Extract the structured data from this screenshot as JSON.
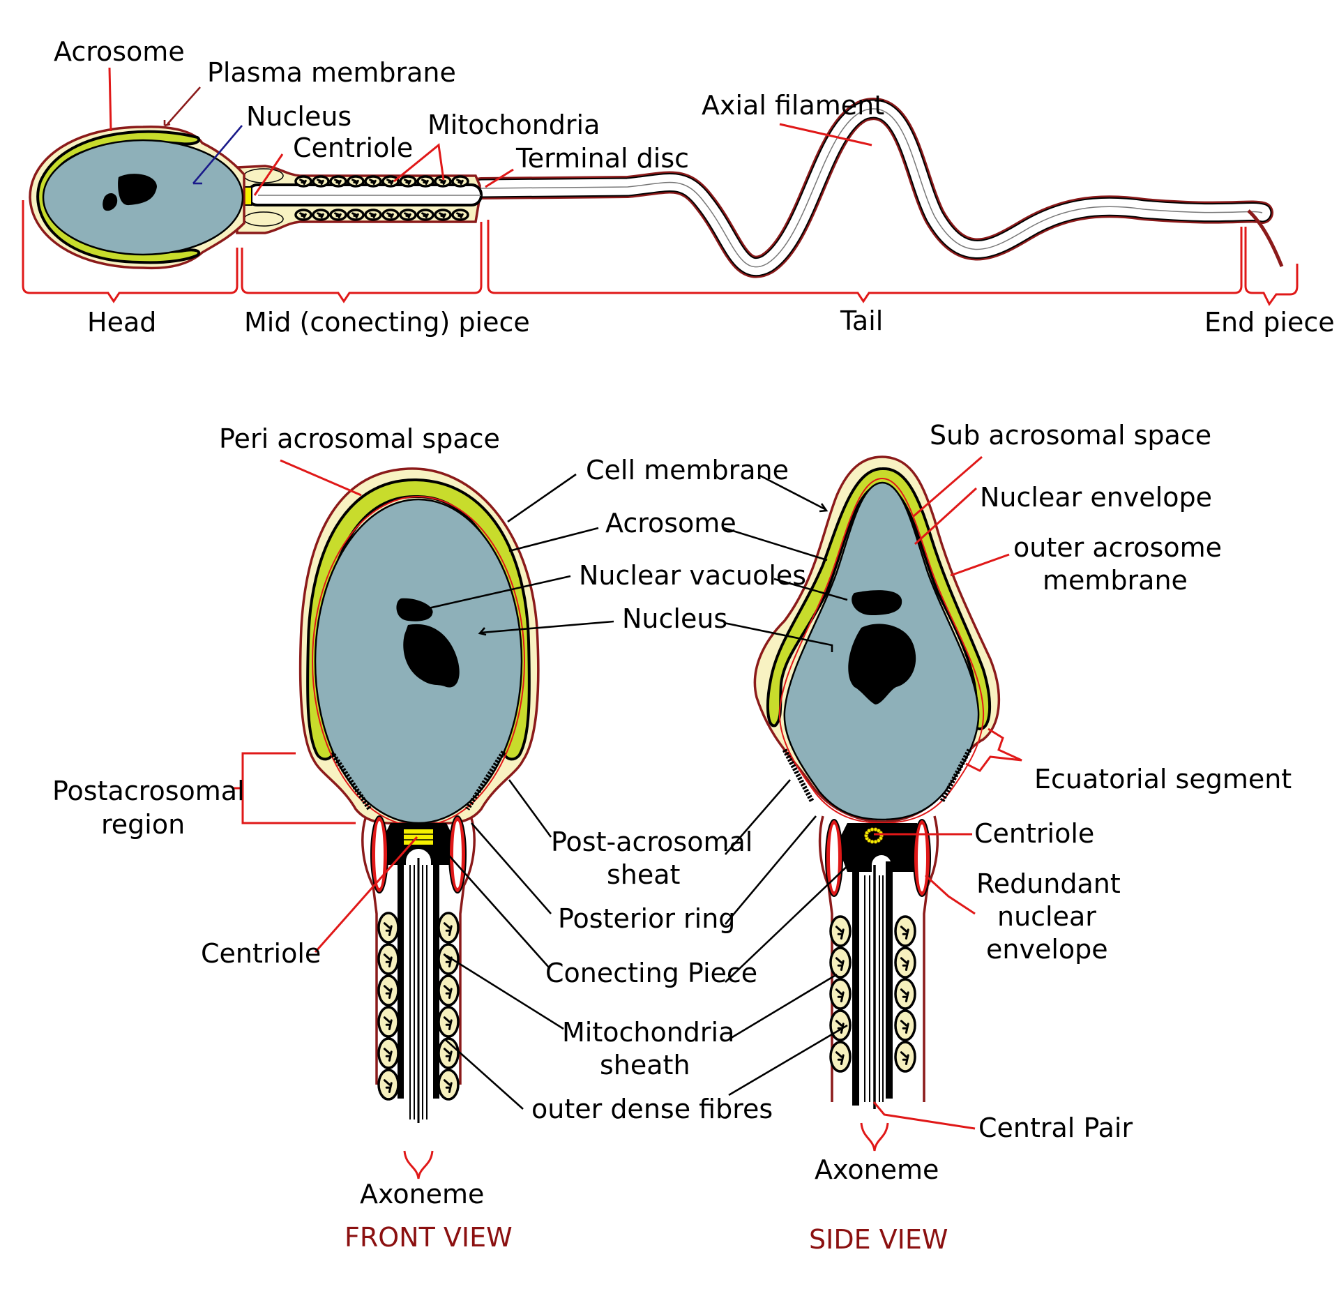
{
  "diagram": {
    "title": "Human spermatozoon anatomy",
    "overview": {
      "labels": {
        "acrosome": "Acrosome",
        "plasma_membrane": "Plasma membrane",
        "nucleus": "Nucleus",
        "centriole": "Centriole",
        "mitochondria": "Mitochondria",
        "terminal_disc": "Terminal disc",
        "axial_filament": "Axial filament"
      },
      "regions": {
        "head": "Head",
        "mid_piece": "Mid (conecting) piece",
        "tail": "Tail",
        "end_piece": "End piece"
      }
    },
    "front_view": {
      "title": "FRONT VIEW",
      "labels": {
        "peri_acrosomal_space": "Peri acrosomal space",
        "cell_membrane": "Cell membrane",
        "acrosome": "Acrosome",
        "nuclear_vacuoles": "Nuclear vacuoles",
        "nucleus": "Nucleus",
        "postacrosomal_region_1": "Postacrosomal",
        "postacrosomal_region_2": "region",
        "post_acrosomal_sheat_1": "Post-acrosomal",
        "post_acrosomal_sheat_2": "sheat",
        "posterior_ring": "Posterior ring",
        "centriole": "Centriole",
        "conecting_piece": "Conecting Piece",
        "mitochondria_sheath_1": "Mitochondria",
        "mitochondria_sheath_2": "sheath",
        "outer_dense_fibres": "outer dense fibres",
        "axoneme": "Axoneme"
      }
    },
    "side_view": {
      "title": "SIDE VIEW",
      "labels": {
        "sub_acrosomal_space": "Sub acrosomal space",
        "nuclear_envelope": "Nuclear envelope",
        "outer_acrosome_membrane_1": "outer acrosome",
        "outer_acrosome_membrane_2": "membrane",
        "ecuatorial_segment": "Ecuatorial segment",
        "centriole": "Centriole",
        "redundant_nuclear_envelope_1": "Redundant",
        "redundant_nuclear_envelope_2": "nuclear",
        "redundant_nuclear_envelope_3": "envelope",
        "central_pair": "Central Pair",
        "axoneme": "Axoneme"
      }
    },
    "colors": {
      "nucleus": "#8eb0b9",
      "acrosome": "#c8dc2c",
      "cytoplasm": "#f8f2c2",
      "membrane": "#8b1a1a",
      "leader_red": "#e01818",
      "centriole": "#f5f000",
      "view_title": "#8b1010"
    }
  }
}
